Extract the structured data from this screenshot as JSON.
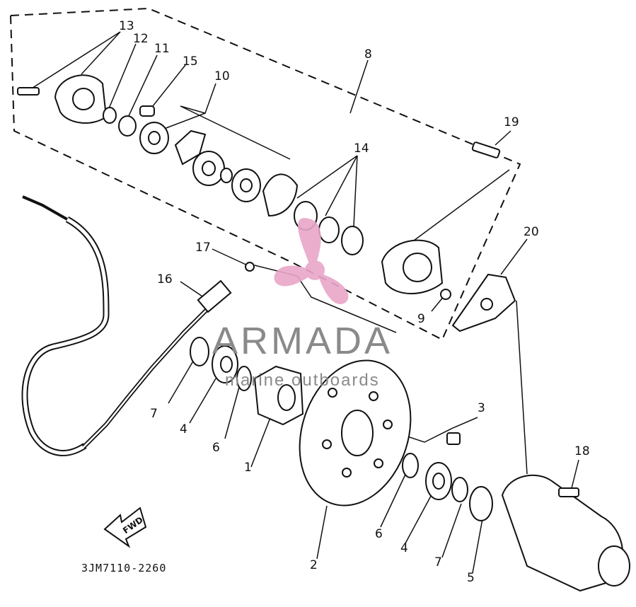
{
  "diagram": {
    "code": "3JM7110-2260",
    "fwd_label": "FWD",
    "callouts": [
      "13",
      "12",
      "11",
      "15",
      "10",
      "8",
      "19",
      "14",
      "20",
      "17",
      "16",
      "9",
      "3",
      "18",
      "7",
      "4",
      "6",
      "1",
      "2",
      "6",
      "4",
      "7",
      "5"
    ]
  },
  "watermark": {
    "brand": "ARMADA",
    "tagline": "marine outboards",
    "accent_color": "#e9a6c8",
    "text_color": "#8a8a8a"
  }
}
